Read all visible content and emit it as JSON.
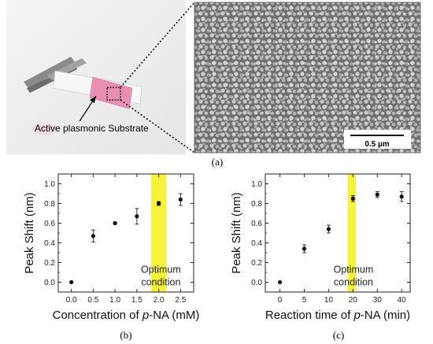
{
  "panel_a": {
    "label": "(a)",
    "photo_annotation": "Active plasmonic Substrate",
    "scale_bar_label": "0.5 µm"
  },
  "chart_data": [
    {
      "panel_label": "(b)",
      "type": "scatter",
      "xlabel_prefix": "Concentration of ",
      "xlabel_italic": "p",
      "xlabel_suffix": "-NA (mM)",
      "ylabel": "Peak Shift (nm)",
      "x": [
        0.0,
        0.5,
        1.0,
        1.5,
        2.0,
        2.5
      ],
      "y": [
        0.0,
        0.47,
        0.6,
        0.67,
        0.8,
        0.84
      ],
      "yerr": [
        0.0,
        0.06,
        0.01,
        0.08,
        0.02,
        0.06
      ],
      "xlim": [
        -0.3,
        2.8
      ],
      "ylim": [
        -0.1,
        1.1
      ],
      "xticks": [
        "0.0",
        "0.5",
        "1.0",
        "1.5",
        "2.0",
        "2.5"
      ],
      "xtick_values": [
        0.0,
        0.5,
        1.0,
        1.5,
        2.0,
        2.5
      ],
      "yticks": [
        "0.0",
        "0.2",
        "0.4",
        "0.6",
        "0.8",
        "1.0"
      ],
      "ytick_values": [
        0.0,
        0.2,
        0.4,
        0.6,
        0.8,
        1.0
      ],
      "highlight_x_range": [
        1.83,
        2.17
      ],
      "highlight_color": "#f4f23a",
      "annotation_lines": [
        "Optimum",
        "condition"
      ],
      "annotation_x": 2.05,
      "annotation_y": [
        0.13,
        0.0
      ]
    },
    {
      "panel_label": "(c)",
      "type": "scatter",
      "xlabel_prefix": "Reaction time of ",
      "xlabel_italic": "p",
      "xlabel_suffix": "-NA (min)",
      "ylabel": "Peak Shift (nm)",
      "x": [
        0,
        5,
        10,
        20,
        30,
        40
      ],
      "y": [
        0.0,
        0.34,
        0.54,
        0.85,
        0.89,
        0.87
      ],
      "yerr": [
        0.0,
        0.04,
        0.04,
        0.03,
        0.03,
        0.05
      ],
      "xlim": [
        -3,
        43.5
      ],
      "ylim": [
        -0.1,
        1.1
      ],
      "xticks": [
        "0",
        "5",
        "10",
        "20",
        "30",
        "40"
      ],
      "xtick_values": [
        0,
        5,
        10,
        20,
        30,
        40
      ],
      "xtick_positions": [
        0,
        6.5,
        13,
        19.5,
        26,
        32.5
      ],
      "yticks": [
        "0.0",
        "0.2",
        "0.4",
        "0.6",
        "0.8",
        "1.0"
      ],
      "ytick_values": [
        0.0,
        0.2,
        0.4,
        0.6,
        0.8,
        1.0
      ],
      "highlight_x_range": [
        17.8,
        21.2
      ],
      "highlight_color": "#f4f23a",
      "annotation_lines": [
        "Optimum",
        "condition"
      ],
      "annotation_x": 20.2,
      "annotation_y": [
        0.13,
        0.0
      ]
    }
  ],
  "colors": {
    "highlight": "#f4f23a",
    "substrate": "#e98fb4",
    "sem_background": "#7d7d7d"
  }
}
